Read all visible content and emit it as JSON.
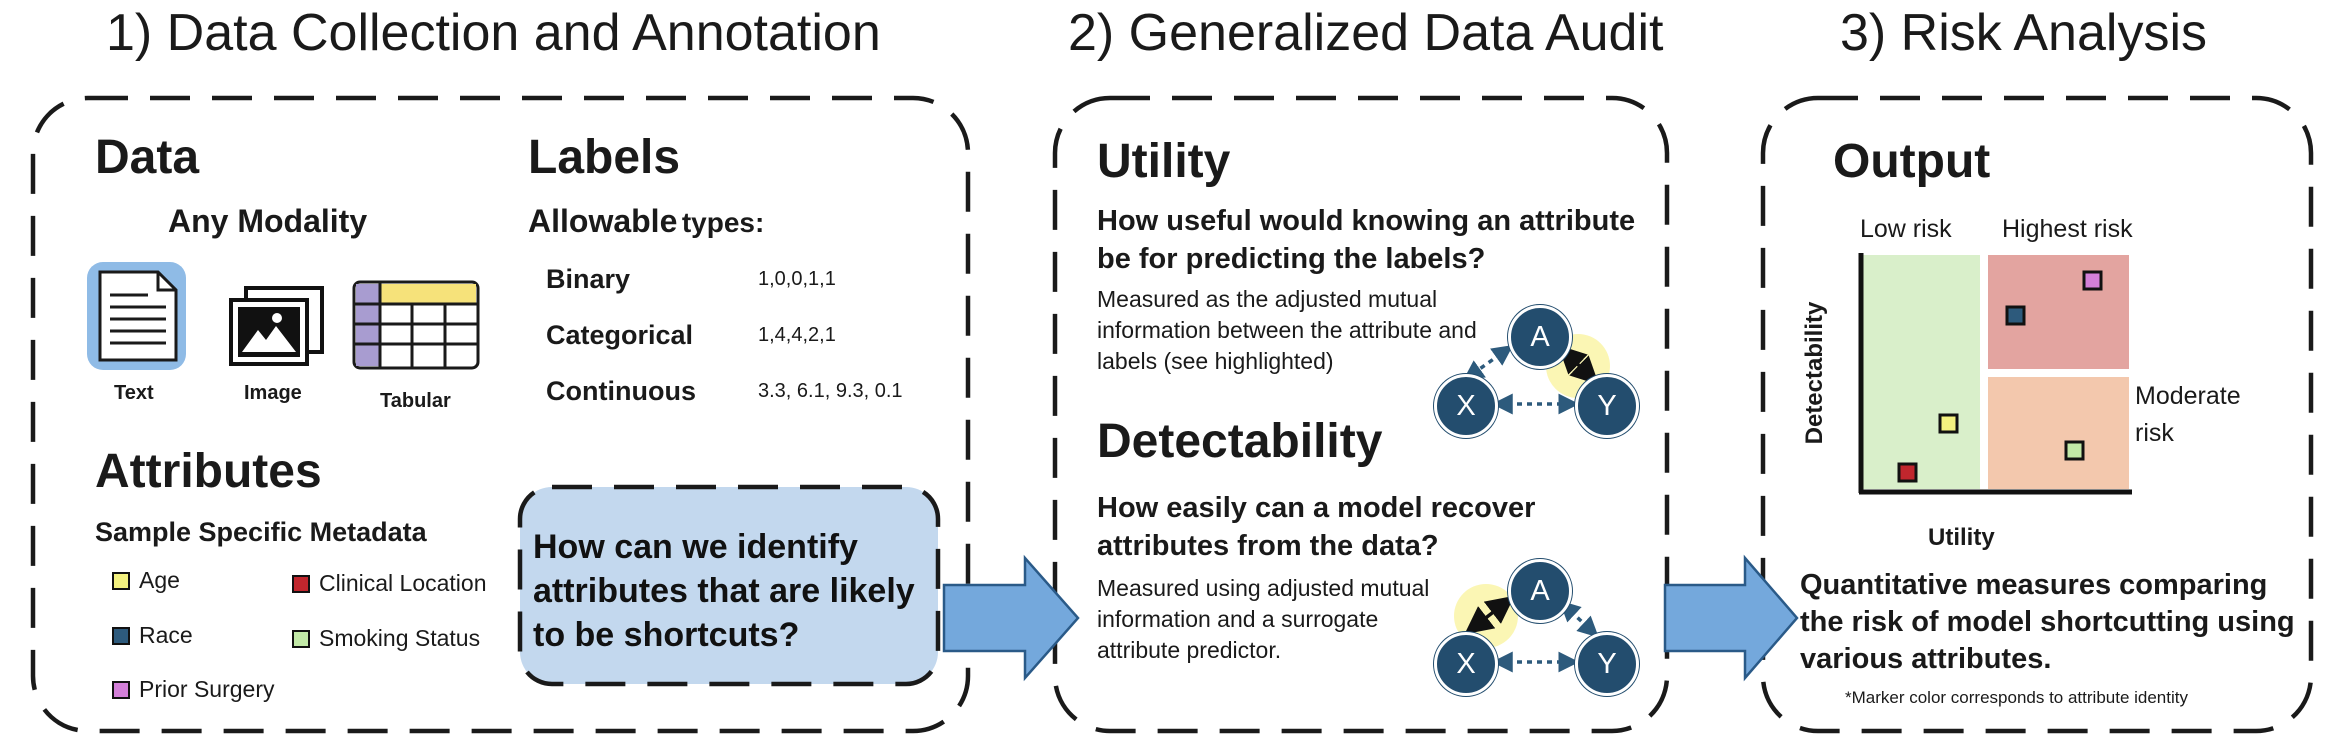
{
  "sections": {
    "s1_title": "1) Data Collection and Annotation",
    "s2_title": "2) Generalized Data Audit",
    "s3_title": "3) Risk Analysis"
  },
  "data_block": {
    "heading": "Data",
    "subheading": "Any Modality",
    "icon_text_label": "Text",
    "icon_image_label": "Image",
    "icon_tabular_label": "Tabular"
  },
  "labels_block": {
    "heading": "Labels",
    "allowable_bold": "Allowable",
    "allowable_rest": "types:",
    "rows": [
      {
        "type": "Binary",
        "example": "1,0,0,1,1"
      },
      {
        "type": "Categorical",
        "example": "1,4,4,2,1"
      },
      {
        "type": "Continuous",
        "example": "3.3, 6.1, 9.3, 0.1"
      }
    ]
  },
  "attributes_block": {
    "heading": "Attributes",
    "subheading": "Sample Specific Metadata",
    "items": [
      {
        "label": "Age",
        "color": "#f3f17f"
      },
      {
        "label": "Race",
        "color": "#2d5a7c"
      },
      {
        "label": "Prior Surgery",
        "color": "#d37fd8"
      },
      {
        "label": "Clinical Location",
        "color": "#c0262d"
      },
      {
        "label": "Smoking Status",
        "color": "#c2e9a7"
      }
    ]
  },
  "callout": {
    "text": "How can we identify attributes that are likely to be shortcuts?"
  },
  "utility_block": {
    "heading": "Utility",
    "question": "How useful would knowing an attribute be for predicting the labels?",
    "description": "Measured as the adjusted mutual information between the attribute and labels (see highlighted)",
    "nodes": {
      "a": "A",
      "x": "X",
      "y": "Y"
    }
  },
  "detect_block": {
    "heading": "Detectability",
    "question": "How easily can a model recover attributes from the data?",
    "description": "Measured using adjusted mutual information and a surrogate attribute predictor.",
    "nodes": {
      "a": "A",
      "x": "X",
      "y": "Y"
    }
  },
  "output_block": {
    "heading": "Output",
    "low_risk": "Low risk",
    "highest_risk": "Highest risk",
    "moderate_risk": "Moderate risk",
    "y_axis": "Detectability",
    "x_axis": "Utility",
    "summary": "Quantitative measures comparing the risk of model shortcutting using various attributes.",
    "footnote": "*Marker color corresponds to attribute identity"
  },
  "colors": {
    "node_fill": "#234d6e",
    "highlight": "#fbf6b4",
    "callout_fill": "#c3d8ee",
    "arrow_fill": "#74a8dc",
    "low_zone": "#d9efca",
    "high_zone": "#e3a4a0",
    "moderate_zone": "#f3c8ad"
  }
}
